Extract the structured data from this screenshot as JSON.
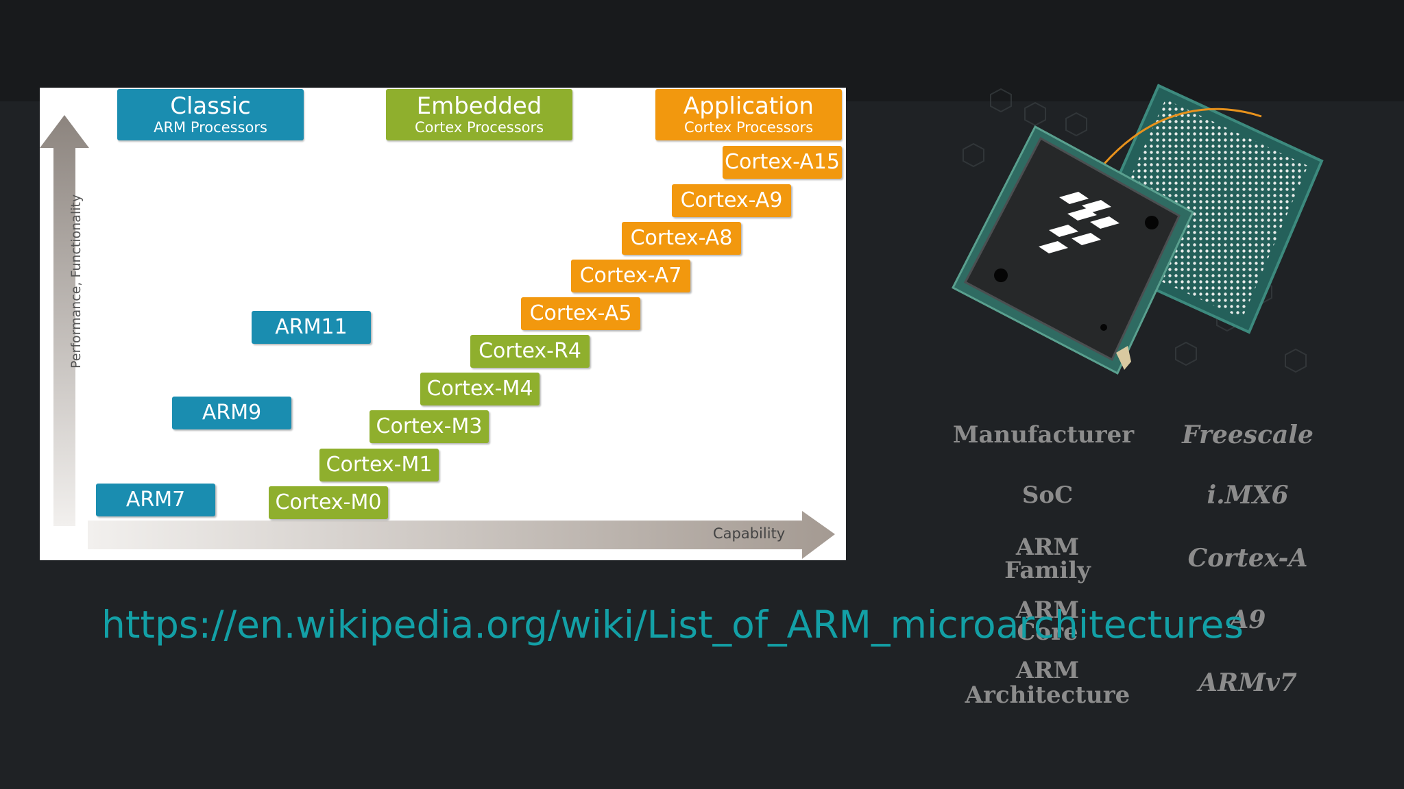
{
  "headers": {
    "classic": {
      "title": "Classic",
      "subtitle": "ARM Processors"
    },
    "embedded": {
      "title": "Embedded",
      "subtitle": "Cortex Processors"
    },
    "application": {
      "title": "Application",
      "subtitle": "Cortex Processors"
    }
  },
  "axes": {
    "y_label": "Performance, Functionality",
    "x_label": "Capability"
  },
  "processors": {
    "arm7": "ARM7",
    "arm9": "ARM9",
    "arm11": "ARM11",
    "m0": "Cortex-M0",
    "m1": "Cortex-M1",
    "m3": "Cortex-M3",
    "m4": "Cortex-M4",
    "r4": "Cortex-R4",
    "a5": "Cortex-A5",
    "a7": "Cortex-A7",
    "a8": "Cortex-A8",
    "a9": "Cortex-A9",
    "a15": "Cortex-A15"
  },
  "url": "https://en.wikipedia.org/wiki/List_of_ARM_microarchitectures",
  "specs": {
    "manufacturer": {
      "label": "Manufacturer",
      "value": "Freescale"
    },
    "soc": {
      "label": "SoC",
      "value": "i.MX6"
    },
    "family": {
      "label_1": "ARM",
      "label_2": "Family",
      "value": "Cortex-A"
    },
    "core": {
      "label_1": "ARM",
      "label_2": "Core",
      "value": "A9"
    },
    "architecture": {
      "label_1": "ARM",
      "label_2": "Architecture",
      "value": "ARMv7"
    }
  },
  "colors": {
    "classic": "#1a8db0",
    "embedded": "#8faf2d",
    "application": "#f2980e",
    "link": "#13a0a6"
  },
  "icons": [
    "freescale-logo-icon",
    "processor-chip-icon"
  ]
}
